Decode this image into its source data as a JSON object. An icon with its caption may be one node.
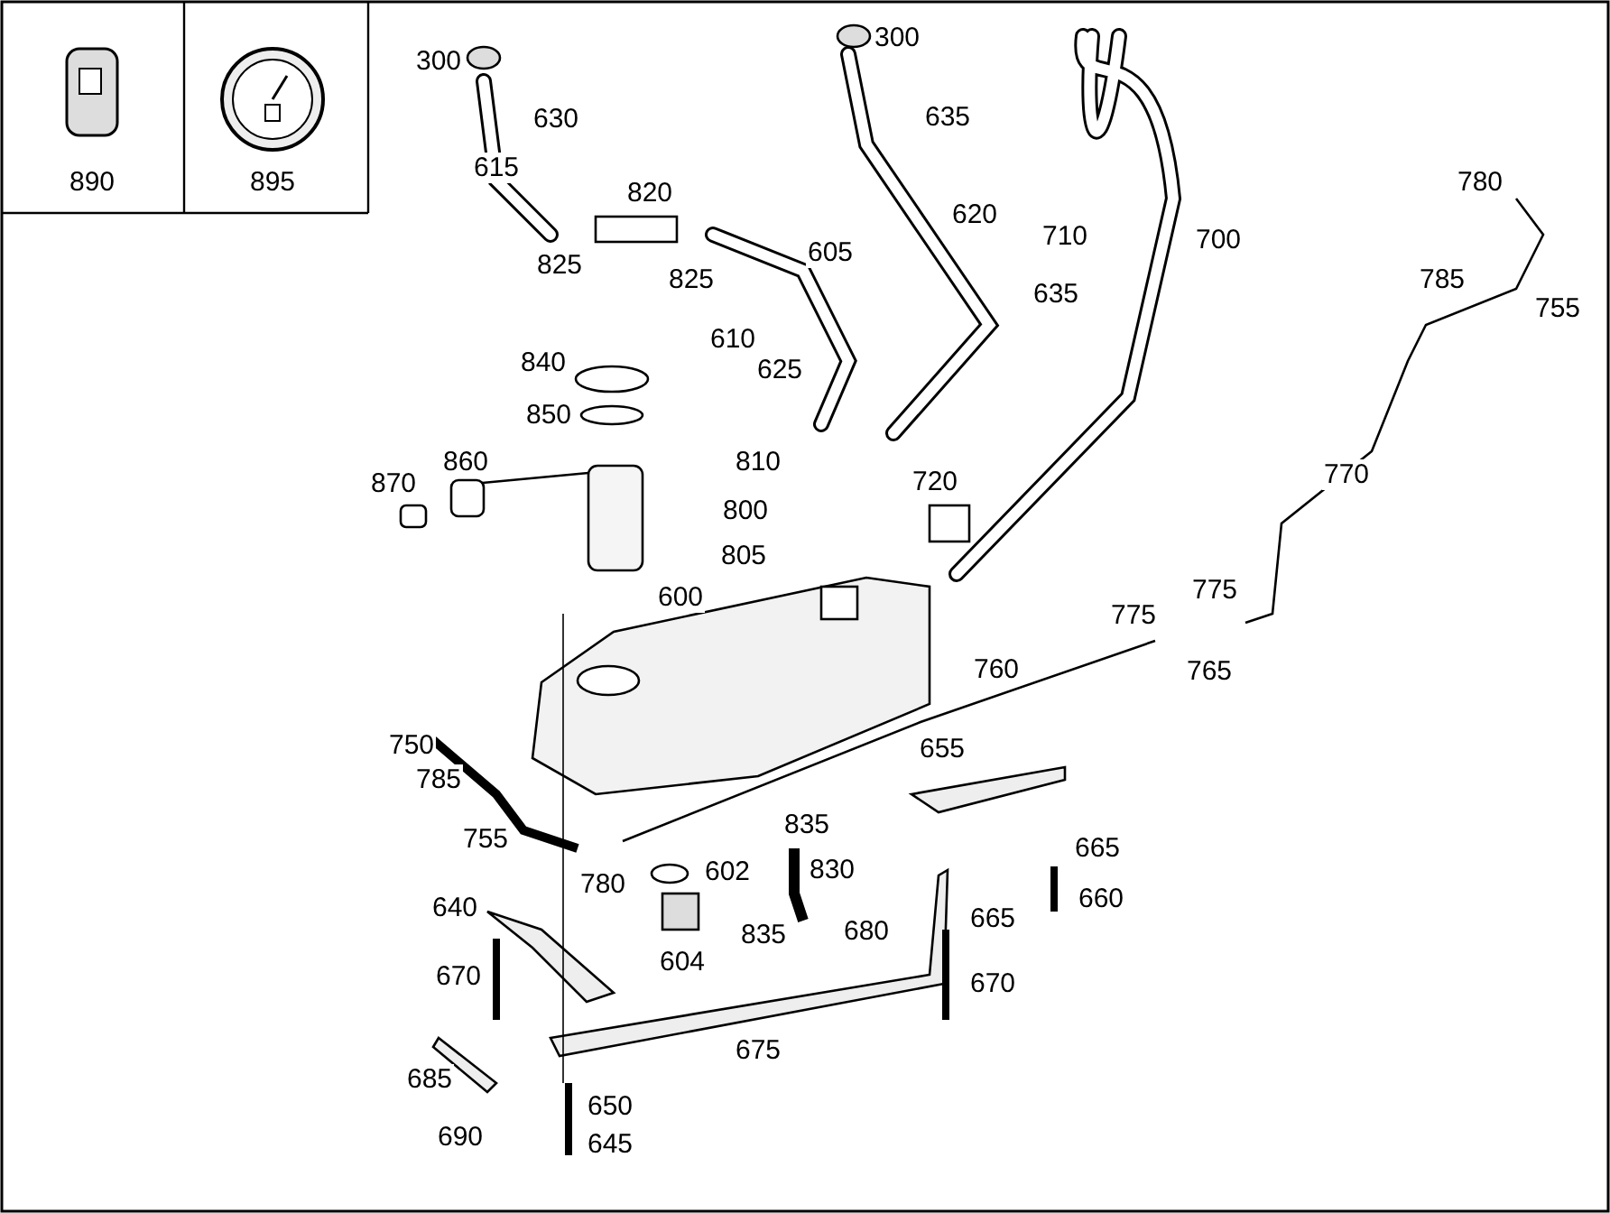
{
  "diagram": {
    "labels": [
      "890",
      "895",
      "300",
      "300",
      "630",
      "635",
      "615",
      "820",
      "780",
      "620",
      "710",
      "700",
      "825",
      "825",
      "605",
      "785",
      "755",
      "635",
      "610",
      "840",
      "625",
      "850",
      "810",
      "860",
      "770",
      "720",
      "870",
      "800",
      "805",
      "600",
      "775",
      "775",
      "760",
      "765",
      "655",
      "750",
      "785",
      "835",
      "755",
      "665",
      "780",
      "602",
      "830",
      "660",
      "640",
      "665",
      "680",
      "835",
      "670",
      "604",
      "670",
      "675",
      "685",
      "650",
      "690",
      "645"
    ]
  }
}
